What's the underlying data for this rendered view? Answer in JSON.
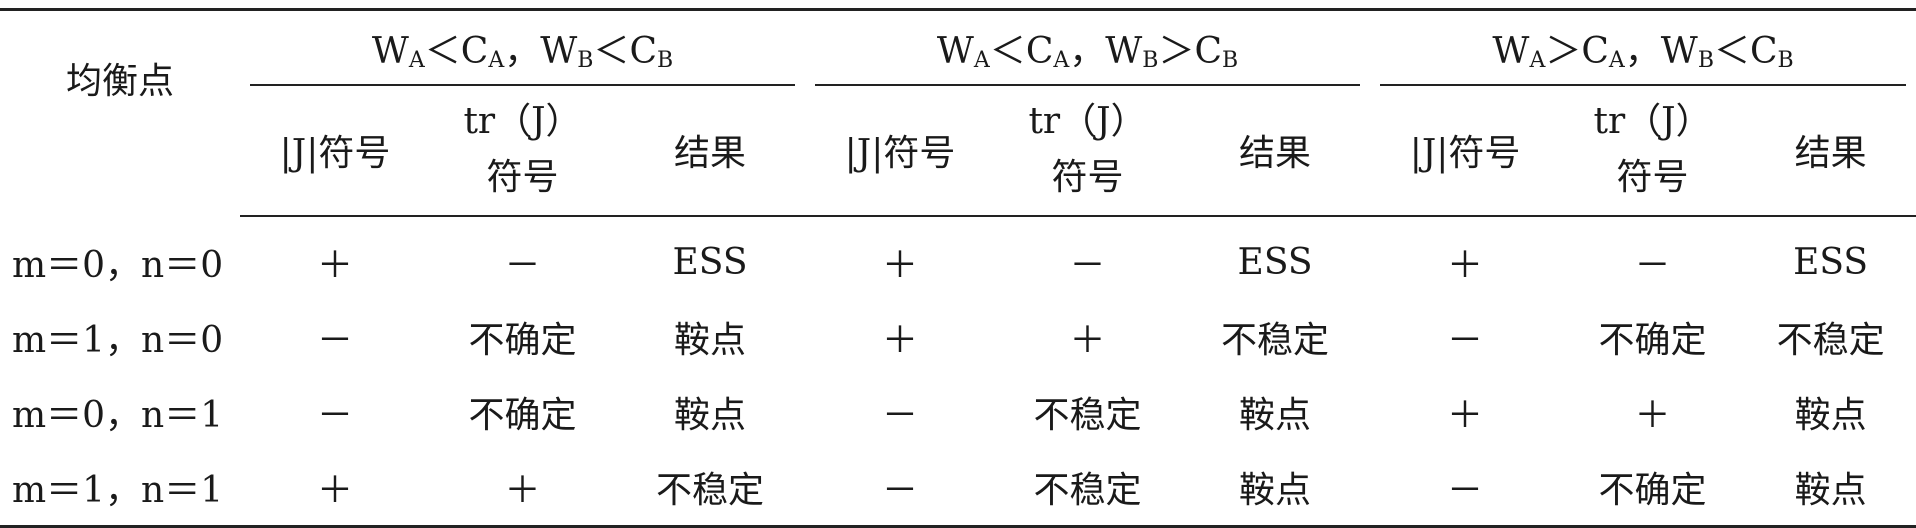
{
  "table": {
    "corner_header": "均衡点",
    "groups": [
      {
        "w1": "W",
        "s1": "A",
        "op1": "＜",
        "c1": "C",
        "t1": "A",
        "sep": "，",
        "w2": "W",
        "s2": "B",
        "op2": "＜",
        "c2": "C",
        "t2": "B"
      },
      {
        "w1": "W",
        "s1": "A",
        "op1": "＜",
        "c1": "C",
        "t1": "A",
        "sep": "，",
        "w2": "W",
        "s2": "B",
        "op2": "＞",
        "c2": "C",
        "t2": "B"
      },
      {
        "w1": "W",
        "s1": "A",
        "op1": "＞",
        "c1": "C",
        "t1": "A",
        "sep": "，",
        "w2": "W",
        "s2": "B",
        "op2": "＜",
        "c2": "C",
        "t2": "B"
      }
    ],
    "sub_headers": {
      "det": "|J|符号",
      "tr_line1": "tr（J）",
      "tr_line2": "符号",
      "result": "结果"
    },
    "rows": [
      {
        "label": "m＝0，n＝0",
        "cells": [
          "＋",
          "－",
          "ESS",
          "＋",
          "－",
          "ESS",
          "＋",
          "－",
          "ESS"
        ]
      },
      {
        "label": "m＝1，n＝0",
        "cells": [
          "－",
          "不确定",
          "鞍点",
          "＋",
          "＋",
          "不稳定",
          "－",
          "不确定",
          "不稳定"
        ]
      },
      {
        "label": "m＝0，n＝1",
        "cells": [
          "－",
          "不确定",
          "鞍点",
          "－",
          "不稳定",
          "鞍点",
          "＋",
          "＋",
          "鞍点"
        ]
      },
      {
        "label": "m＝1，n＝1",
        "cells": [
          "＋",
          "＋",
          "不稳定",
          "－",
          "不稳定",
          "鞍点",
          "－",
          "不确定",
          "鞍点"
        ]
      }
    ]
  }
}
